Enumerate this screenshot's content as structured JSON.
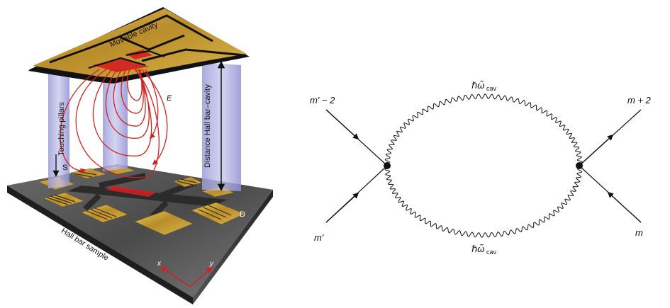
{
  "left_panel": {
    "top_label": "Movable cavity",
    "field_label": "E",
    "pillars_label": "Touching pillars",
    "distance_label": "Distance Hall bar–cavity",
    "source_label": "S",
    "drain_label": "D",
    "sample_label": "Hall bar sample",
    "axis_x_label": "x",
    "axis_y_label": "y"
  },
  "right_panel": {
    "top_left_label": "m′ − 2",
    "bottom_left_label": "m′",
    "top_right_label": "m + 2",
    "bottom_right_label": "m",
    "top_photon_main": "ℏω̃",
    "top_photon_sub": "cav",
    "bottom_photon_main": "ℏω̃",
    "bottom_photon_sub": "cav"
  },
  "colors": {
    "gold": "#c9a23a",
    "field_red": "#d42020",
    "pillar": "#9fa0d8",
    "substrate": "#3a3a3a"
  }
}
